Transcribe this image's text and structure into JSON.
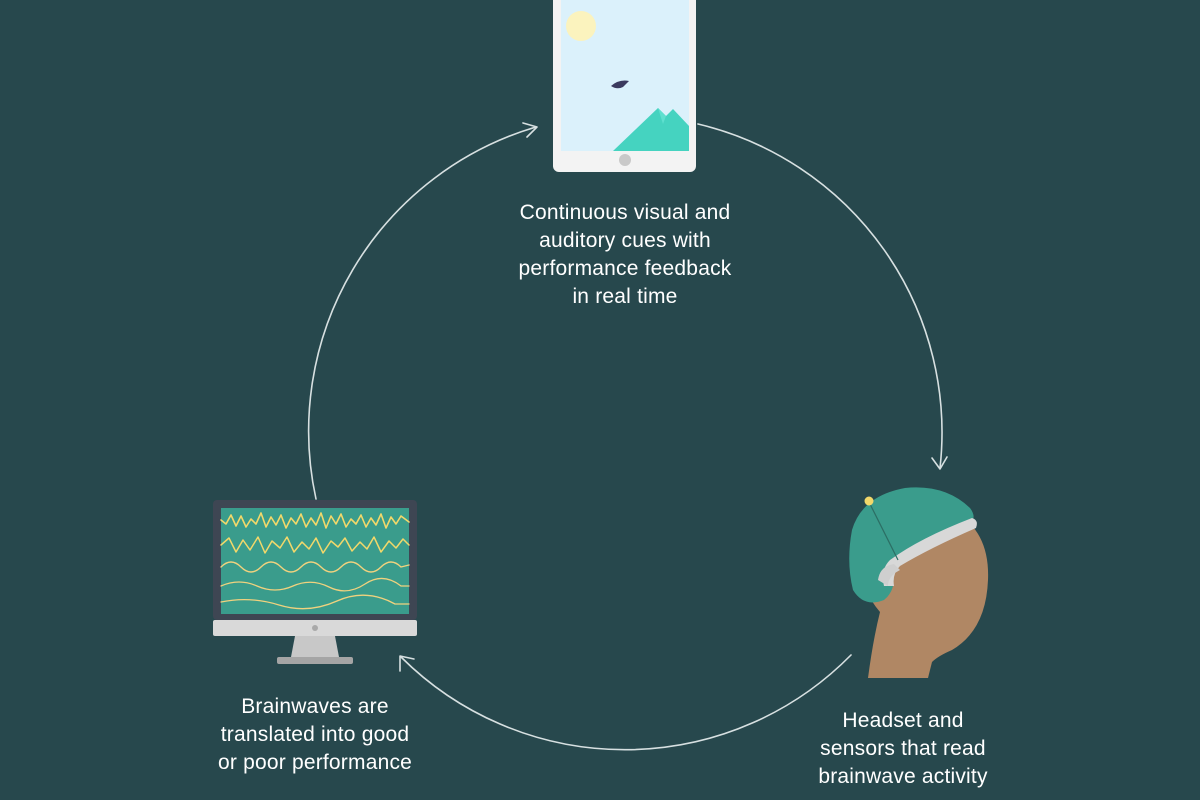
{
  "colors": {
    "background": "#27484d",
    "cycle_line": "#d7e0e1",
    "teal_accent": "#45d3c0",
    "wave_yellow": "#f2d86a",
    "skin": "#b08764",
    "headset": "#3a9c8c"
  },
  "icons": {
    "tablet": "tablet-icon",
    "monitor": "monitor-icon",
    "head": "head-with-headset-icon"
  },
  "captions": {
    "top": [
      "Continuous visual and",
      "auditory cues with",
      "performance feedback",
      "in real time"
    ],
    "left": [
      "Brainwaves are",
      "translated into good",
      "or poor performance"
    ],
    "right": [
      "Headset and",
      "sensors that read",
      "brainwave activity"
    ]
  }
}
